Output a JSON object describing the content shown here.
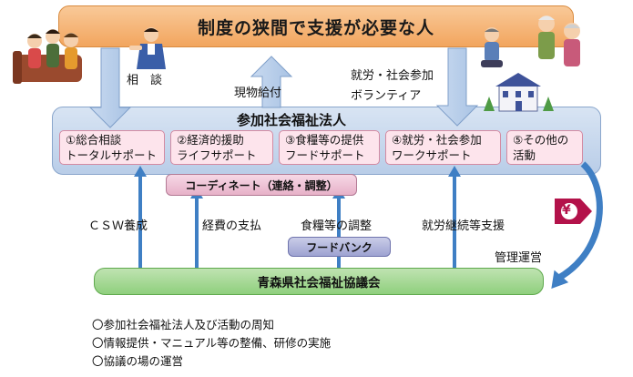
{
  "top_banner": {
    "title": "制度の狭間で支援が必要な人"
  },
  "arrow_labels": {
    "consult": "相　談",
    "in_kind": "現物給付",
    "work_social_1": "就労・社会参加",
    "work_social_2": "ボランティア",
    "csw": "ＣＳＷ養成",
    "expenses": "経費の支払",
    "food_adjust": "食糧等の調整",
    "employment": "就労継続等支援",
    "management": "管理運営"
  },
  "org": {
    "title": "参加社会福祉法人",
    "supports": [
      {
        "line1": "①総合相談",
        "line2": "トータルサポート"
      },
      {
        "line1": "②経済的援助",
        "line2": "ライフサポート"
      },
      {
        "line1": "③食糧等の提供",
        "line2": "フードサポート"
      },
      {
        "line1": "④就労・社会参加",
        "line2": "ワークサポート"
      },
      {
        "line1": "⑤その他の",
        "line2": "活動"
      }
    ]
  },
  "coordinate": "コーディネート（連絡・調整）",
  "foodbank": "フードバンク",
  "yen_symbol": "¥",
  "council": "青森県社会福祉協議会",
  "notes": [
    "〇参加社会福祉法人及び活動の周知",
    "〇情報提供・マニュアル等の整備、研修の実施",
    "〇協議の場の運営"
  ],
  "colors": {
    "banner": "#f4b06f",
    "org_area": "#c7d7ee",
    "support_box": "#fde4ec",
    "coordinate": "#ecc0d3",
    "foodbank": "#b3b7dc",
    "council": "#a4d893",
    "arrow_blue": "#3f7fc4",
    "yen_badge": "#b3124a"
  }
}
